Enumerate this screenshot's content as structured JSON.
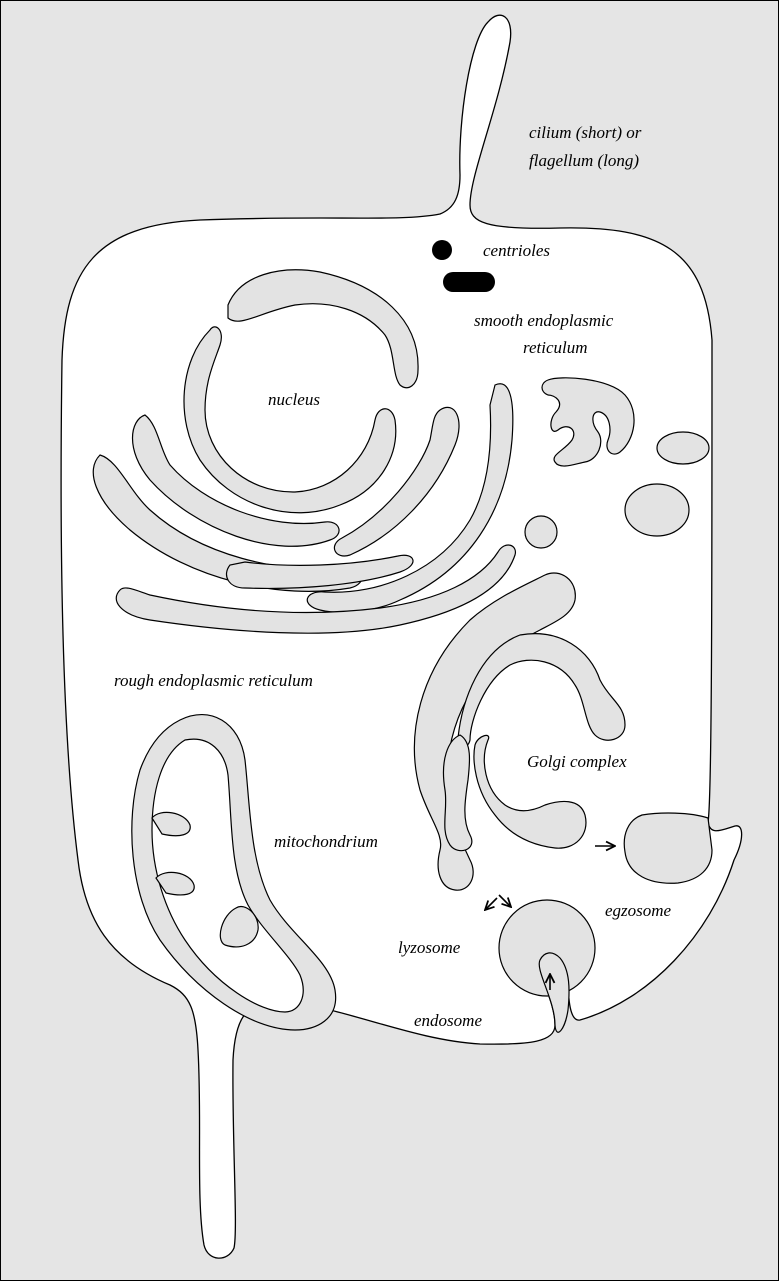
{
  "colors": {
    "background": "#e5e5e5",
    "cell_fill": "#ffffff",
    "organelle_fill": "#e3e3e3",
    "outline": "#000000"
  },
  "labels": {
    "cilium_line1": "cilium (short) or",
    "cilium_line2": "flagellum (long)",
    "centrioles": "centrioles",
    "ser_line1": "smooth endoplasmic",
    "ser_line2": "reticulum",
    "nucleus": "nucleus",
    "rer": "rough endoplasmic reticulum",
    "golgi": "Golgi complex",
    "mitochondrion": "mitochondrium",
    "egzosome": "egzosome",
    "lyzosome": "lyzosome",
    "endosome": "endosome"
  },
  "icons": [
    "arrow-icon"
  ]
}
